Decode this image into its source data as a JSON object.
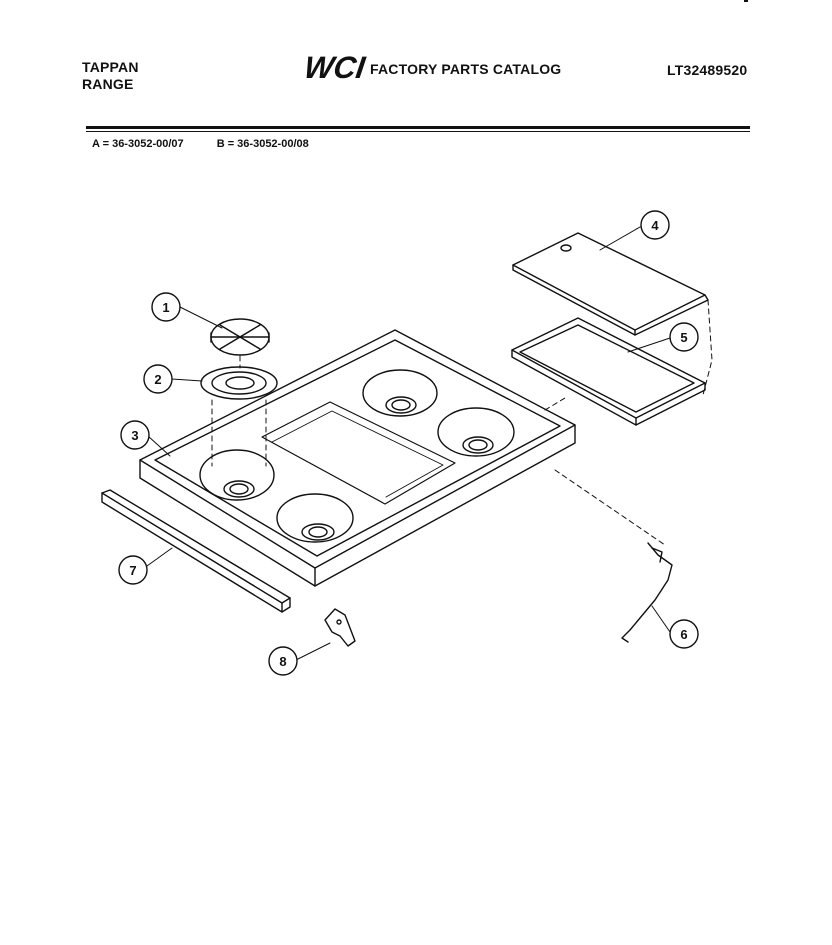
{
  "header": {
    "brand_line1": "TAPPAN",
    "brand_line2": "RANGE",
    "catalog_title": "FACTORY PARTS CATALOG",
    "model_number": "LT32489520",
    "logo_text": "WCI"
  },
  "model_codes": {
    "a": "A = 36-3052-00/07",
    "b": "B = 36-3052-00/08"
  },
  "callouts": [
    "1",
    "2",
    "3",
    "4",
    "5",
    "6",
    "7",
    "8"
  ],
  "colors": {
    "ink": "#111111",
    "paper": "#ffffff"
  }
}
